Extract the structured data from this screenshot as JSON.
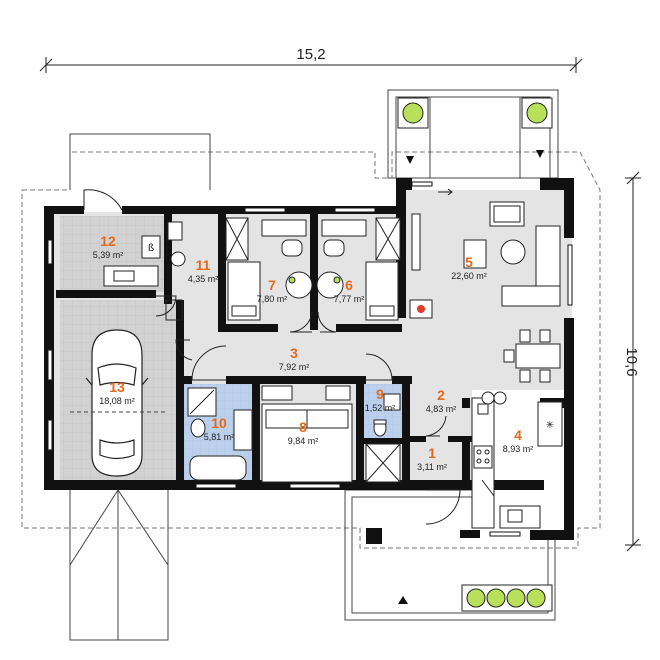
{
  "dimensions": {
    "width": "15,2",
    "height": "10,6"
  },
  "rooms": [
    {
      "id": "r1",
      "number": "1",
      "area": "3,11 m²"
    },
    {
      "id": "r2",
      "number": "2",
      "area": "4,83 m²"
    },
    {
      "id": "r3",
      "number": "3",
      "area": "7,92 m²"
    },
    {
      "id": "r4",
      "number": "4",
      "area": "8,93 m²"
    },
    {
      "id": "r5",
      "number": "5",
      "area": "22,60 m²"
    },
    {
      "id": "r6",
      "number": "6",
      "area": "7,77 m²"
    },
    {
      "id": "r7",
      "number": "7",
      "area": "7,80 m²"
    },
    {
      "id": "r8",
      "number": "8",
      "area": "9,84 m²"
    },
    {
      "id": "r9",
      "number": "9",
      "area": "1,52 m²"
    },
    {
      "id": "r10",
      "number": "10",
      "area": "5,81 m²"
    },
    {
      "id": "r11",
      "number": "11",
      "area": "4,35 m²"
    },
    {
      "id": "r12",
      "number": "12",
      "area": "5,39 m²"
    },
    {
      "id": "r13",
      "number": "13",
      "area": "18,08 m²"
    }
  ],
  "colors": {
    "wall": "#111111",
    "floor": "#e4e4e4",
    "bath": "#bcd0ec",
    "garage": "#cfcfcf",
    "label": "#e36a1b",
    "plant": "#b8e05a"
  }
}
